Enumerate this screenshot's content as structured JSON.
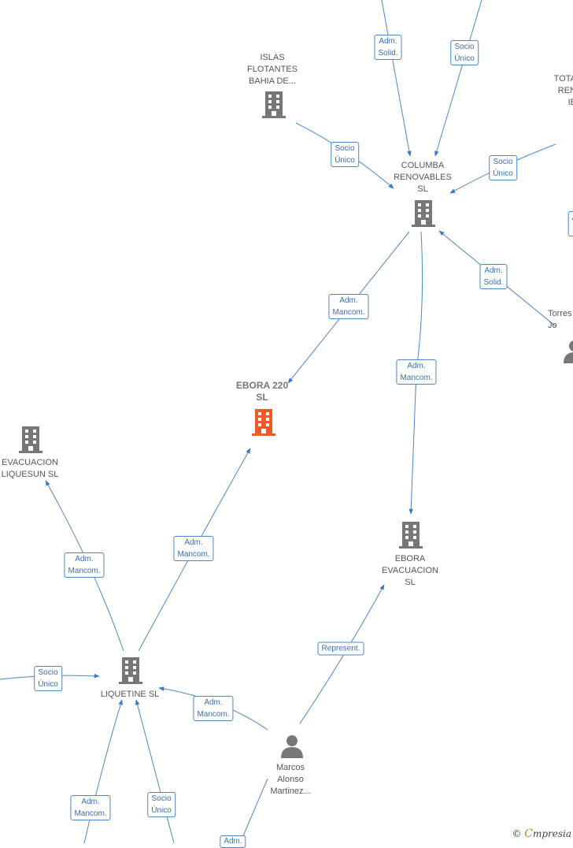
{
  "colors": {
    "edge": "#4a86c8",
    "building": "#777777",
    "focus": "#f05a28",
    "person": "#777777"
  },
  "nodes": {
    "islas": {
      "label": "ISLAS\nFLOTANTES\nBAHIA DE...",
      "icon": "building-icon"
    },
    "columba": {
      "label": "COLUMBA\nRENOVABLES\nSL",
      "icon": "building-icon"
    },
    "total": {
      "label": "TOTA\nREN\nIB",
      "icon": "building-icon"
    },
    "torres": {
      "label": "Torres\nJo",
      "icon": "person-icon"
    },
    "ebora220": {
      "label": "EBORA 220\nSL",
      "icon": "building-icon"
    },
    "evacuacion": {
      "label": "EVACUACION\nLIQUESUN SL",
      "icon": "building-icon"
    },
    "eboraevac": {
      "label": "EBORA\nEVACUACION\nSL",
      "icon": "building-icon"
    },
    "liquetine": {
      "label": "LIQUETINE SL",
      "icon": "building-icon"
    },
    "marcos": {
      "label": "Marcos\nAlonso\nMartinez...",
      "icon": "person-icon"
    }
  },
  "edges": [
    {
      "label": "Adm.\nSolid."
    },
    {
      "label": "Socio\nÚnico"
    },
    {
      "label": "Socio\nÚnico"
    },
    {
      "label": "Socio\nÚnico"
    },
    {
      "label": "A\nu"
    },
    {
      "label": "Adm.\nSolid."
    },
    {
      "label": "Adm.\nMancom."
    },
    {
      "label": "Adm.\nMancom."
    },
    {
      "label": "Adm.\nMancom."
    },
    {
      "label": "Adm.\nMancom."
    },
    {
      "label": "Socio\nÚnico"
    },
    {
      "label": "Adm.\nMancom."
    },
    {
      "label": "Represent."
    },
    {
      "label": "Adm.\nMancom."
    },
    {
      "label": "Socio\nÚnico"
    },
    {
      "label": "Adm."
    }
  ],
  "footer": {
    "copyright": "©",
    "brand_initial": "C",
    "brand_rest": "mpresia"
  }
}
